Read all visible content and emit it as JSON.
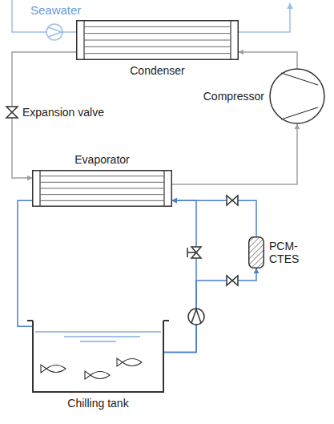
{
  "diagram": {
    "nodes": [
      {
        "text": [
          "Condenser"
        ]
      },
      {
        "text": [
          "Expansion valve"
        ]
      },
      {
        "text": [
          "Evaporator"
        ]
      },
      {
        "text": [
          "Compressor"
        ]
      },
      {
        "text": [
          "PCM- CTES"
        ]
      },
      {
        "text": [
          "Chilling tank"
        ]
      }
    ],
    "edges": [
      {
        "from": 3,
        "to": 0,
        "arrow": "to"
      },
      {
        "from": 0,
        "to": 1,
        "arrow": "none"
      },
      {
        "from": 1,
        "to": 2,
        "arrow": "to"
      },
      {
        "from": 2,
        "to": 3,
        "arrow": "to"
      },
      {
        "from": 5,
        "to": 2,
        "arrow": "to"
      },
      {
        "from": 5,
        "to": 4,
        "arrow": "to"
      },
      {
        "from": 4,
        "to": 2,
        "arrow": "to"
      },
      {
        "from": 2,
        "to": 5,
        "arrow": "to"
      }
    ],
    "labels": [
      "Seawater"
    ]
  }
}
